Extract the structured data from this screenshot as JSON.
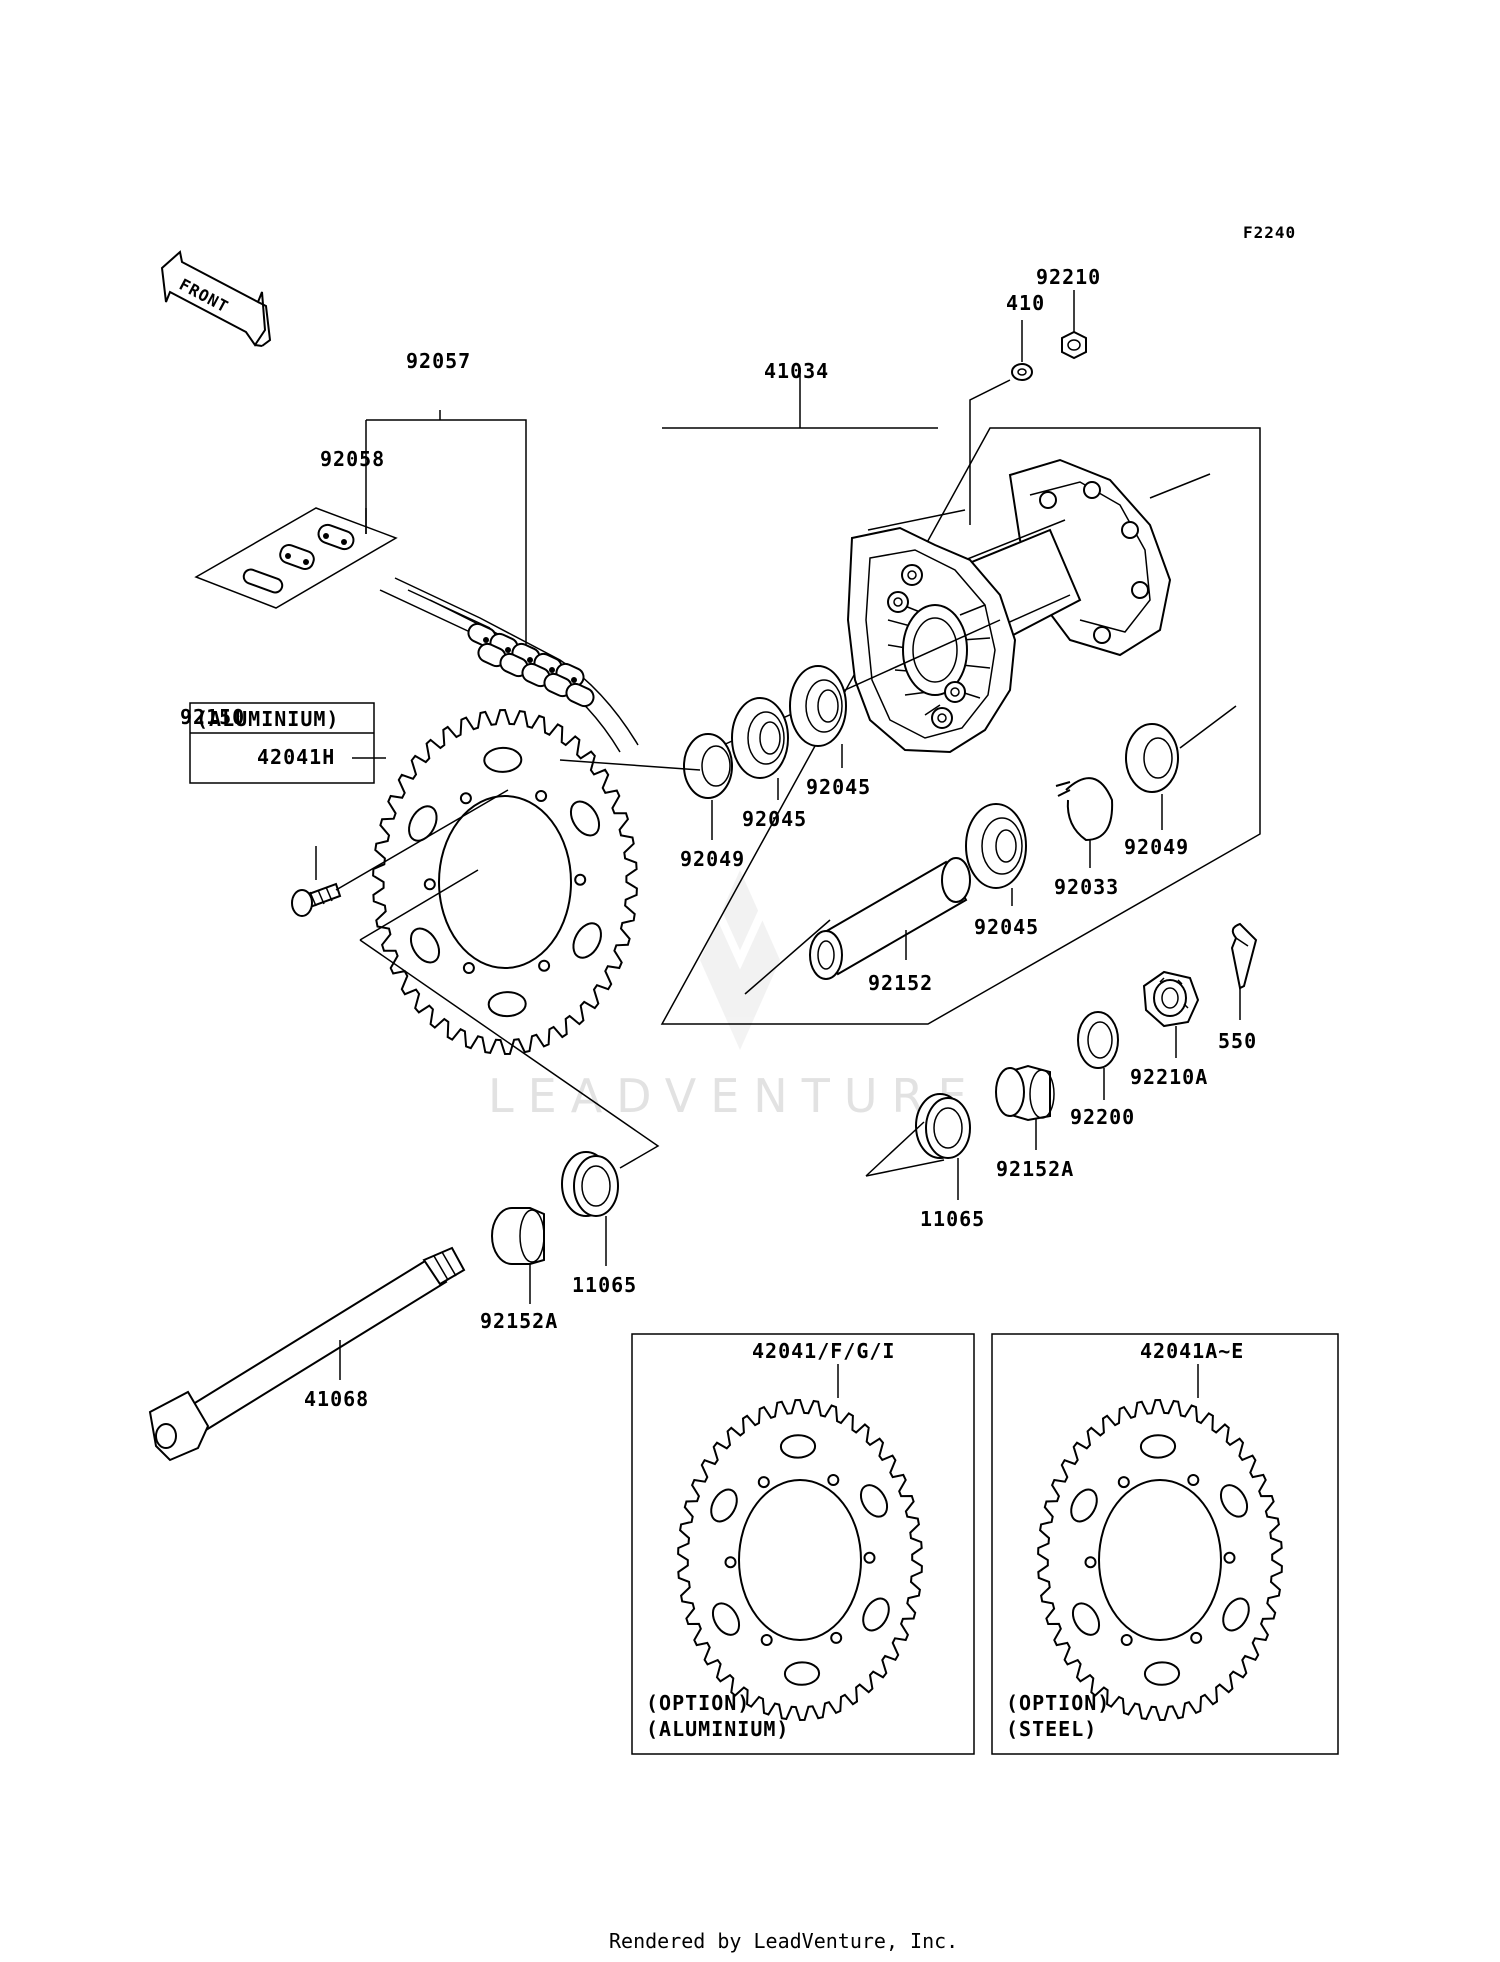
{
  "diagram_code": "F2240",
  "front_arrow_label": "FRONT",
  "watermark": "LEADVENTURE",
  "footer": "Rendered by LeadVenture, Inc.",
  "labels": {
    "p92210_top": "92210",
    "p410": "410",
    "p41034": "41034",
    "p92057": "92057",
    "p92058": "92058",
    "aluminium_note": "(ALUMINIUM)",
    "p42041H": "42041H",
    "p92150": "92150",
    "p92049_left": "92049",
    "p92045_a": "92045",
    "p92045_b": "92045",
    "p92049_right": "92049",
    "p92033": "92033",
    "p92045_c": "92045",
    "p92152": "92152",
    "p550": "550",
    "p92210A": "92210A",
    "p92200": "92200",
    "p92152A_right": "92152A",
    "p11065_right": "11065",
    "p11065_left": "11065",
    "p92152A_left": "92152A",
    "p41068": "41068"
  },
  "option_boxes": [
    {
      "part": "42041/F/G/I",
      "note_line1": "(OPTION)",
      "note_line2": "(ALUMINIUM)"
    },
    {
      "part": "42041A~E",
      "note_line1": "(OPTION)",
      "note_line2": "(STEEL)"
    }
  ]
}
